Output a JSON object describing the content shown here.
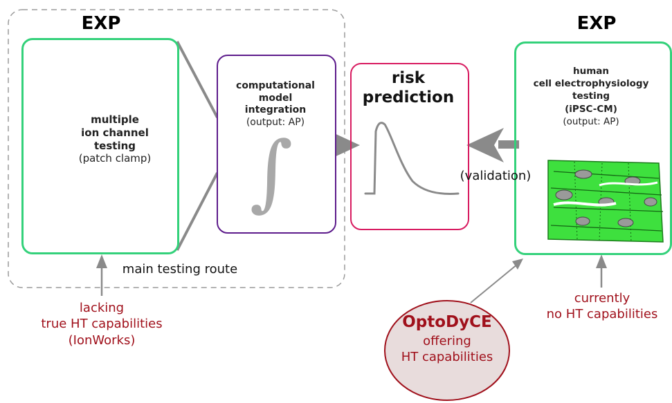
{
  "colors": {
    "green": "#33d17a",
    "purple": "#5c1a8b",
    "magenta": "#d81b60",
    "dark_red": "#a0101b",
    "arrow_gray": "#8a8a8a",
    "dashed_gray": "#9a9a9a",
    "cell_green": "#3ee03e",
    "oval_fill": "#e8dcdc"
  },
  "exp_left": {
    "label": "EXP"
  },
  "exp_right": {
    "label": "EXP"
  },
  "ion_box": {
    "title_line1": "multiple",
    "title_line2": "ion channel",
    "title_line3": "testing",
    "subtitle": "(patch clamp)"
  },
  "model_box": {
    "title_line1": "computational",
    "title_line2": "model",
    "title_line3": "integration",
    "subtitle": "(output: AP)",
    "symbol": "∫"
  },
  "risk_box": {
    "title_line1": "risk",
    "title_line2": "prediction"
  },
  "cell_box": {
    "title_line1": "human",
    "title_line2": "cell electrophysiology",
    "title_line3": "testing",
    "title_line4": "(iPSC-CM)",
    "subtitle": "(output: AP)"
  },
  "validation_label": "(validation)",
  "main_route_label": "main testing route",
  "lacking": {
    "line1": "lacking",
    "line2": "true HT capabilities",
    "line3": "(IonWorks)"
  },
  "currently": {
    "line1": "currently",
    "line2": "no HT capabilities"
  },
  "optodyce": {
    "title": "OptoDyCE",
    "line1": "offering",
    "line2": "HT capabilities"
  }
}
